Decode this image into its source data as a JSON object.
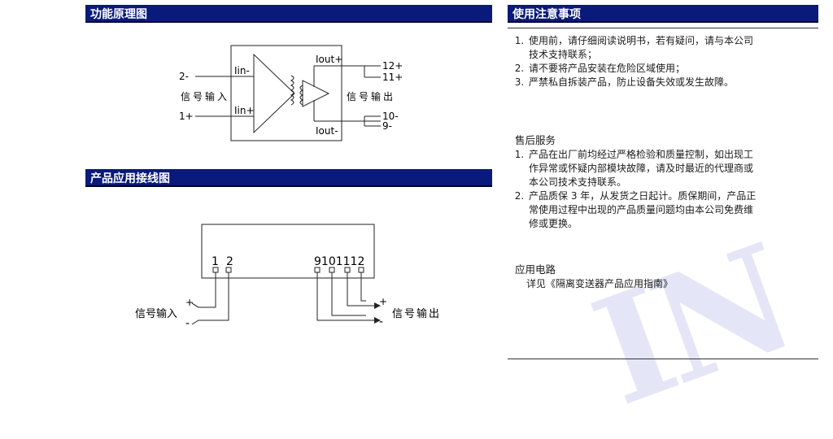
{
  "left": {
    "header1": "功能原理图",
    "header2": "产品应用接线图",
    "diagram1": {
      "lin_minus": "Iin-",
      "lin_plus": "Iin+",
      "iout_plus": "Iout+",
      "iout_minus": "Iout-",
      "pin2": "2-",
      "pin1": "1+",
      "pin12": "12+",
      "pin11": "11+",
      "pin10": "10-",
      "pin9": "9-",
      "input_label": "信号输入",
      "output_label": "信号输出"
    },
    "diagram2": {
      "t1": "1",
      "t2": "2",
      "tright": "9101112",
      "input_label": "信号输入",
      "output_label": "信号输出",
      "plus": "+",
      "minus": "-"
    }
  },
  "right": {
    "header": "使用注意事项",
    "notes": [
      "使用前，请仔细阅读说明书，若有疑问，请与本公司技术支持联系；",
      "请不要将产品安装在危险区域使用；",
      "严禁私自拆装产品，防止设备失效或发生故障。"
    ],
    "service_title": "售后服务",
    "service": [
      "产品在出厂前均经过严格检验和质量控制，如出现工作异常或怀疑内部模块故障，请及时最近的代理商或本公司技术支持联系。",
      "产品质保 3 年，从发货之日起计。质保期间，产品正常使用过程中出现的产品质量问题均由本公司免费维修或更换。"
    ],
    "app_title": "应用电路",
    "app_text": "详见《隔离变送器产品应用指南》",
    "watermark": "IN"
  }
}
